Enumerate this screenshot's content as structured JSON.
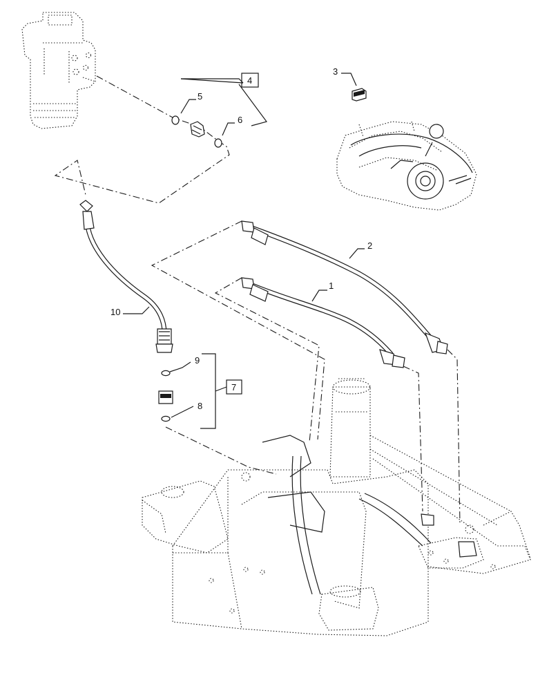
{
  "callouts": {
    "c1": "1",
    "c2": "2",
    "c3": "3",
    "c4": "4",
    "c5": "5",
    "c6": "6",
    "c7": "7",
    "c8": "8",
    "c9": "9",
    "c10": "10"
  },
  "colors": {
    "ink": "#1a1a1a",
    "background": "#ffffff"
  }
}
